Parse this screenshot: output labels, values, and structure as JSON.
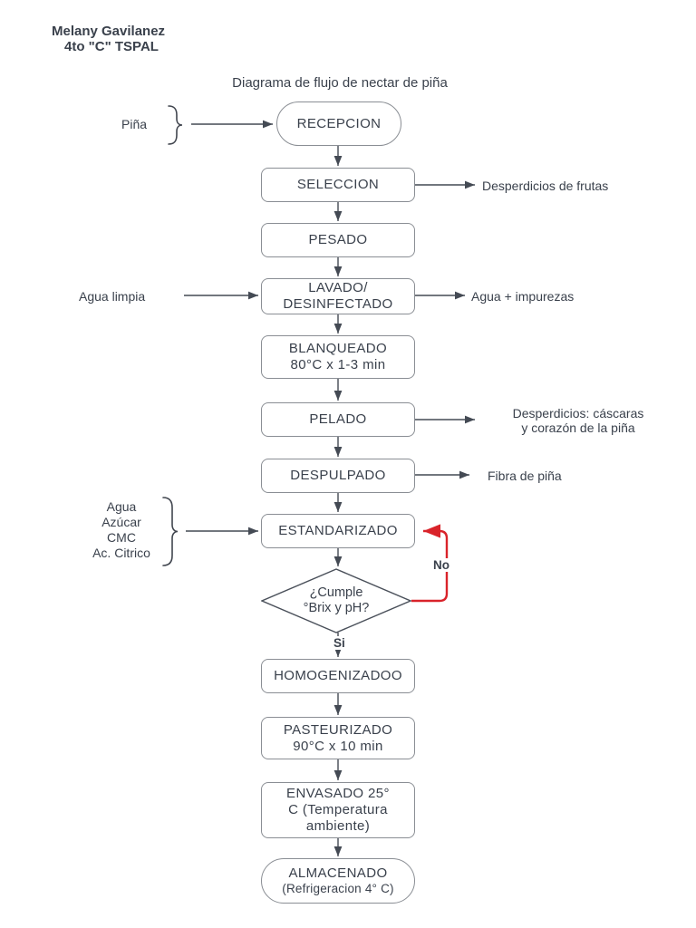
{
  "header": {
    "line1": "Melany Gavilanez",
    "line2": "4to \"C\" TSPAL"
  },
  "title": "Diagrama de flujo de nectar de piña",
  "nodes": {
    "recepcion": {
      "label": "RECEPCION"
    },
    "seleccion": {
      "label": "SELECCION"
    },
    "pesado": {
      "label": "PESADO"
    },
    "lavado": {
      "line1": "LAVADO/",
      "line2": "DESINFECTADO"
    },
    "blanqueado": {
      "line1": "BLANQUEADO",
      "line2": "80°C x 1-3 min"
    },
    "pelado": {
      "label": "PELADO"
    },
    "despulpado": {
      "label": "DESPULPADO"
    },
    "estandarizado": {
      "label": "ESTANDARIZADO"
    },
    "decision": {
      "line1": "¿Cumple",
      "line2": "°Brix y pH?"
    },
    "homogenizado": {
      "label": "HOMOGENIZADOO"
    },
    "pasteurizado": {
      "line1": "PASTEURIZADO",
      "line2": "90°C x 10 min"
    },
    "envasado": {
      "line1": "ENVASADO 25°",
      "line2": "C (Temperatura",
      "line3": "ambiente)"
    },
    "almacenado": {
      "line1": "ALMACENADO",
      "line2": "(Refrigeracion 4° C)"
    }
  },
  "side_inputs": {
    "pina": "Piña",
    "agua_limpia": "Agua limpia",
    "ingredients": {
      "line1": "Agua",
      "line2": "Azúcar",
      "line3": "CMC",
      "line4": "Ac. Citrico"
    }
  },
  "side_outputs": {
    "desperdicios_frutas": "Desperdicios de frutas",
    "agua_impurezas": "Agua + impurezas",
    "desperdicios_cascaras": {
      "line1": "Desperdicios: cáscaras",
      "line2": "y corazón de la piña"
    },
    "fibra": "Fibra de piña"
  },
  "branches": {
    "no": "No",
    "si": "Si"
  },
  "colors": {
    "text": "#3a414c",
    "line": "#444a54",
    "box_border": "#8a8e94",
    "box_fill": "#ffffff",
    "feedback_red": "#d9232a",
    "background": "#ffffff"
  }
}
